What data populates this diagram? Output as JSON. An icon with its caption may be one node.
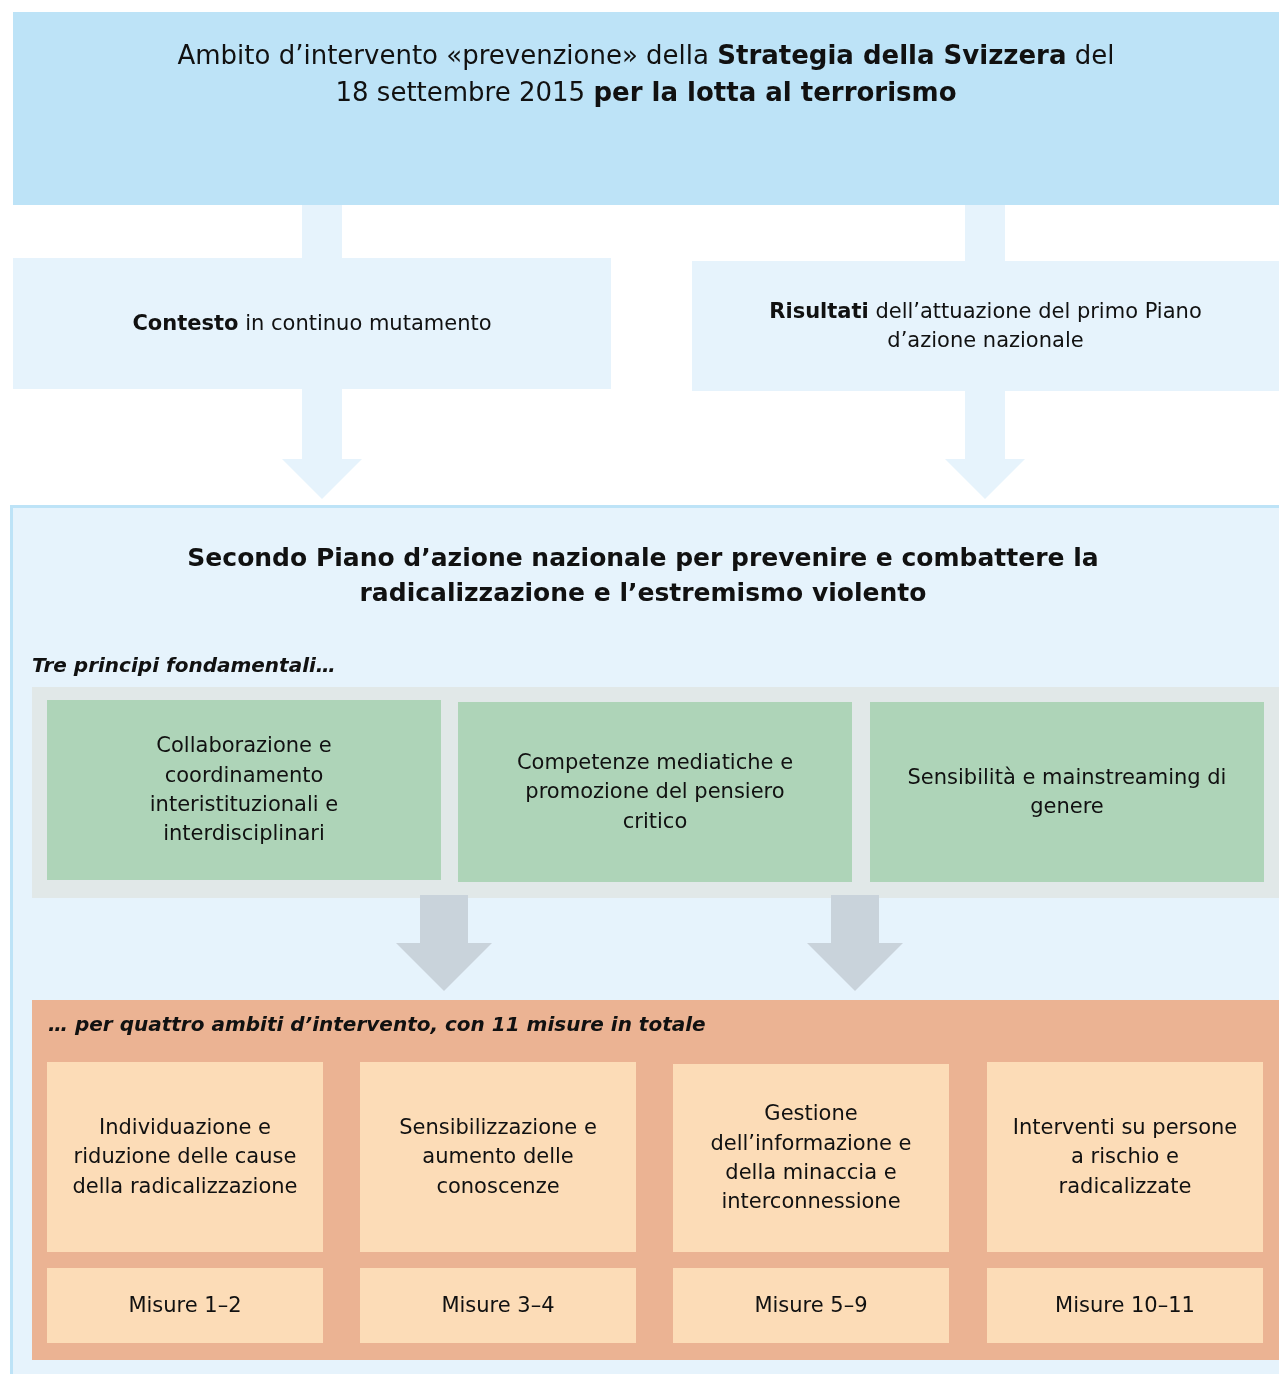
{
  "diagram": {
    "nodes": [
      {
        "text": [
          "Ambito d’intervento «prevenzione» della **Strategia della Svizzera** del 18 settembre 2015 **per la lotta al terrorismo**"
        ]
      },
      {
        "text": [
          "**Contesto** in continuo mutamento"
        ]
      },
      {
        "text": [
          "**Risultati** dell’attuazione del primo Piano d’azione nazionale"
        ]
      },
      {
        "text": [
          "Secondo Piano d’azione nazionale per prevenire e combattere la radicalizzazione e l’estremismo violento"
        ]
      },
      {
        "text": [
          "Tre principi fondamentali…"
        ],
        "in": 3
      },
      {
        "text": [
          "Collaborazione e coordinamento interistituzionali e interdisciplinari"
        ],
        "in": 4
      },
      {
        "text": [
          "Competenze mediatiche e promozione del pensiero critico"
        ],
        "in": 4
      },
      {
        "text": [
          "Sensibilità e mainstreaming di genere"
        ],
        "in": 4
      },
      {
        "text": [
          "… per quattro ambiti d’intervento, con 11 misure in totale"
        ],
        "in": 3
      },
      {
        "text": [
          "Individuazione e riduzione delle cause della radicalizzazione"
        ],
        "in": 8
      },
      {
        "text": [
          "Sensibilizzazione e aumento delle conoscenze"
        ],
        "in": 8
      },
      {
        "text": [
          "Gestione dell’informazione e della minaccia e interconnessione"
        ],
        "in": 8
      },
      {
        "text": [
          "Interventi su persone a rischio e radicalizzate"
        ],
        "in": 8
      },
      {
        "text": [
          "Misure 1–2"
        ],
        "in": 8
      },
      {
        "text": [
          "Misure 3–4"
        ],
        "in": 8
      },
      {
        "text": [
          "Misure 5–9"
        ],
        "in": 8
      },
      {
        "text": [
          "Misure 10–11"
        ],
        "in": 8
      }
    ],
    "edges": [
      {
        "from": 0,
        "to": 1,
        "arrow": "none"
      },
      {
        "from": 0,
        "to": 2,
        "arrow": "none"
      },
      {
        "from": 1,
        "to": 3,
        "arrow": "to"
      },
      {
        "from": 2,
        "to": 3,
        "arrow": "to"
      },
      {
        "from": 4,
        "to": 8,
        "arrow": "to",
        "color": "#c9d3db"
      },
      {
        "from": 4,
        "to": 8,
        "arrow": "to",
        "color": "#c9d3db"
      }
    ]
  }
}
